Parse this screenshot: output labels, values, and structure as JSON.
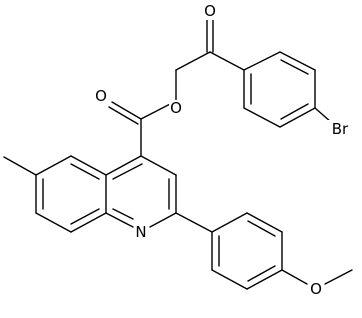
{
  "diagram": {
    "type": "chemical-structure",
    "atom_labels": {
      "carbonyl_oxygen_top": "O",
      "ester_carbonyl_oxygen": "O",
      "ester_oxygen": "O",
      "bromine": "Br",
      "ring_nitrogen": "N",
      "methoxy_oxygen": "O"
    },
    "colors": {
      "bond": "#000000",
      "label": "#000000",
      "background": "#ffffff"
    }
  }
}
